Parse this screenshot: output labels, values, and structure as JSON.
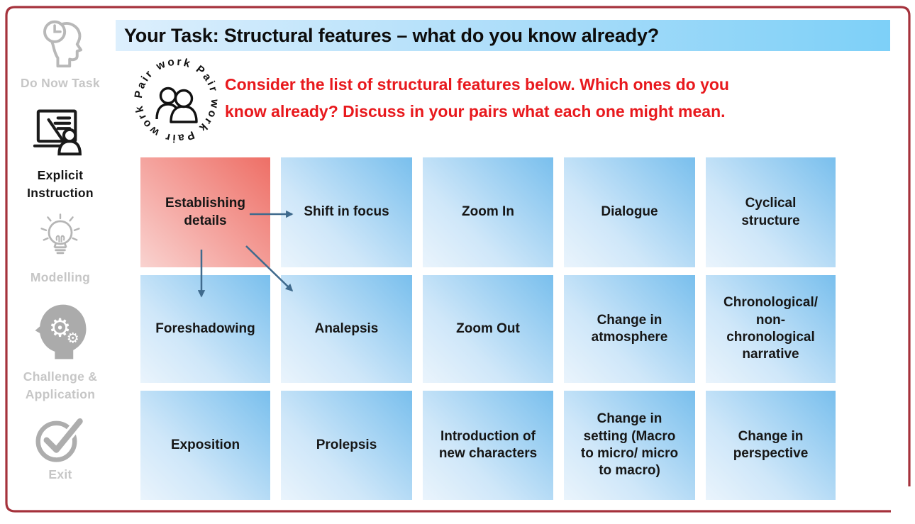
{
  "slide": {
    "title": "Your Task: Structural features – what do you know already?",
    "pair_work_label": "Pair work    Pair work    Pair work",
    "instruction": {
      "line1": "Consider the list of structural features below. Which ones do you",
      "line2": "know already? Discuss in your pairs what each one might mean."
    }
  },
  "sidebar": {
    "items": [
      {
        "id": "do-now-task",
        "label": "Do Now Task",
        "icon": "head-clock-icon",
        "state": "inactive"
      },
      {
        "id": "explicit-instruction",
        "label": "Explicit\nInstruction",
        "icon": "whiteboard-teacher-icon",
        "state": "active"
      },
      {
        "id": "modelling",
        "label": "Modelling",
        "icon": "lightbulb-icon",
        "state": "inactive"
      },
      {
        "id": "challenge-application",
        "label": "Challenge &\nApplication",
        "icon": "head-gears-icon",
        "state": "inactive"
      },
      {
        "id": "exit",
        "label": "Exit",
        "icon": "check-circle-icon",
        "state": "inactive"
      }
    ]
  },
  "grid": {
    "boxes": [
      {
        "id": "establishing-details",
        "label": "Establishing\ndetails",
        "highlighted": true
      },
      {
        "id": "shift-in-focus",
        "label": "Shift in focus",
        "highlighted": false
      },
      {
        "id": "zoom-in",
        "label": "Zoom In",
        "highlighted": false
      },
      {
        "id": "dialogue",
        "label": "Dialogue",
        "highlighted": false
      },
      {
        "id": "cyclical-structure",
        "label": "Cyclical\nstructure",
        "highlighted": false
      },
      {
        "id": "foreshadowing",
        "label": "Foreshadowing",
        "highlighted": false
      },
      {
        "id": "analepsis",
        "label": "Analepsis",
        "highlighted": false
      },
      {
        "id": "zoom-out",
        "label": "Zoom Out",
        "highlighted": false
      },
      {
        "id": "change-in-atmosphere",
        "label": "Change in\natmosphere",
        "highlighted": false
      },
      {
        "id": "chronological-narrative",
        "label": "Chronological/\nnon-\nchronological\nnarrative",
        "highlighted": false
      },
      {
        "id": "exposition",
        "label": "Exposition",
        "highlighted": false
      },
      {
        "id": "prolepsis",
        "label": "Prolepsis",
        "highlighted": false
      },
      {
        "id": "introduction-of-new-characters",
        "label": "Introduction of\nnew characters",
        "highlighted": false
      },
      {
        "id": "change-in-setting",
        "label": "Change in\nsetting (Macro\nto micro/ micro\nto macro)",
        "highlighted": false
      },
      {
        "id": "change-in-perspective",
        "label": "Change in\nperspective",
        "highlighted": false
      }
    ]
  },
  "connections": [
    {
      "from": "establishing-details",
      "to": "shift-in-focus"
    },
    {
      "from": "establishing-details",
      "to": "foreshadowing"
    },
    {
      "from": "establishing-details",
      "to": "analepsis"
    }
  ],
  "colors": {
    "slide_border": "#a5323c",
    "title_bar_gradient_start": "#ddeffd",
    "title_bar_gradient_end": "#7dd0f8",
    "box_blue_dark": "#79bfed",
    "box_blue_light": "#eaf4fc",
    "box_red_dark": "#ee6f66",
    "box_red_light": "#f9d3d0",
    "instruction_text": "#e8191d",
    "arrow": "#3f6a8d",
    "inactive_gray": "#c6c6c6",
    "active_text": "#141414"
  }
}
